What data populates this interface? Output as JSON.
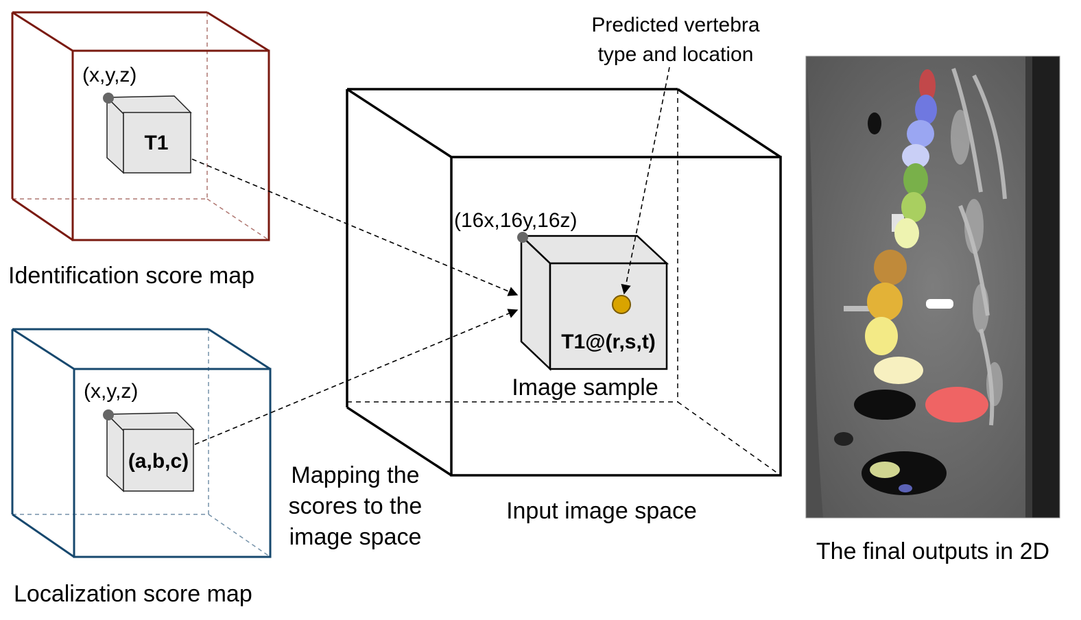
{
  "colors": {
    "identification_box": "#7a1a10",
    "localization_box": "#17486e",
    "small_cube_fill": "#e6e6e6",
    "predicted_point": "#d9a400",
    "corner_dot": "#666666"
  },
  "identification_map": {
    "caption": "Identification score map",
    "coord_label": "(x,y,z)",
    "cube_label": "T1"
  },
  "localization_map": {
    "caption": "Localization score map",
    "coord_label": "(x,y,z)",
    "cube_label": "(a,b,c)"
  },
  "mapping_caption": {
    "line1": "Mapping the",
    "line2": "scores to the",
    "line3": "image space"
  },
  "input_space": {
    "caption": "Input image space",
    "coord_label": "(16x,16y,16z)",
    "sample_label": "T1@(r,s,t)",
    "sample_caption": "Image sample"
  },
  "prediction": {
    "line1": "Predicted vertebra",
    "line2": "type and location"
  },
  "final_output": {
    "caption": "The final outputs in 2D",
    "image_icon": "ct-sagittal-spine-image"
  }
}
